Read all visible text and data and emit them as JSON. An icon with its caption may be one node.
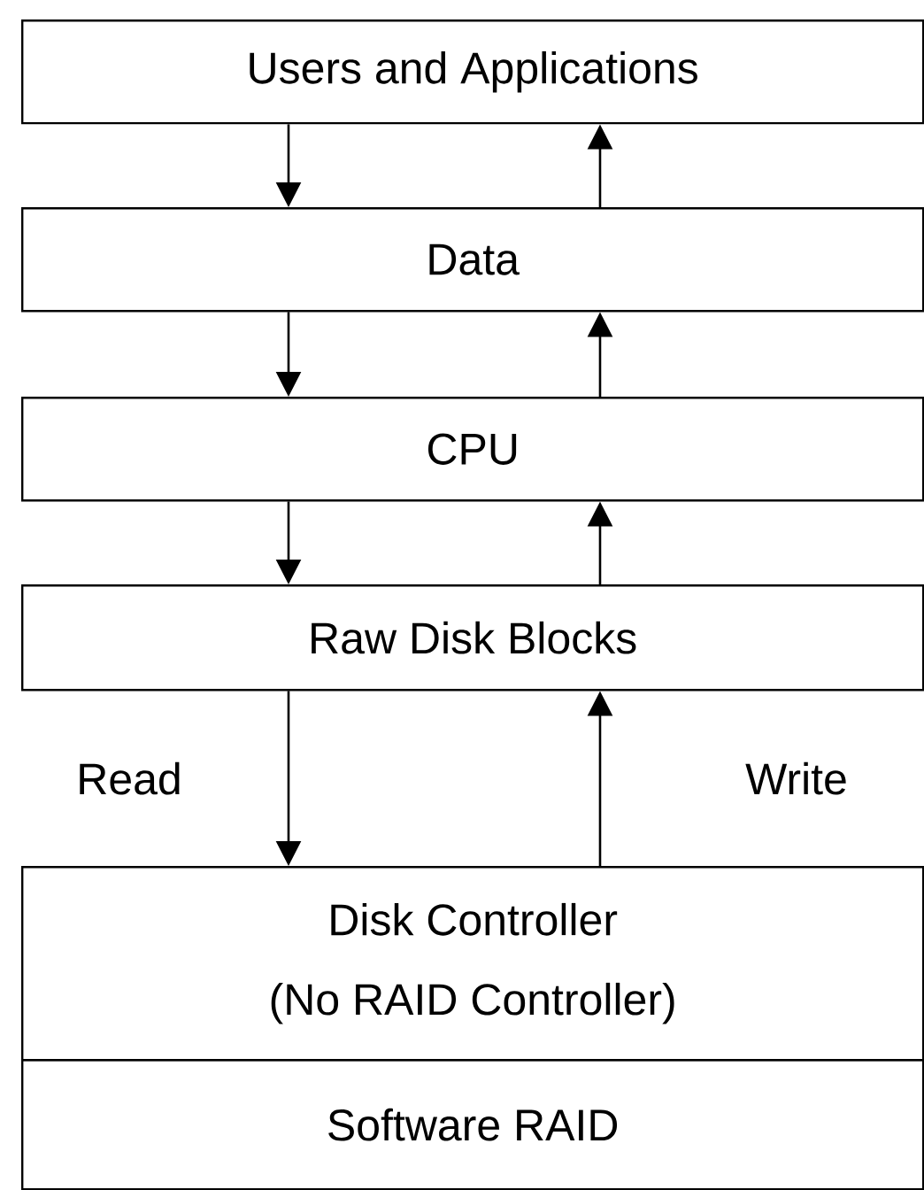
{
  "diagram": {
    "nodes": [
      {
        "text": [
          "Users and Applications"
        ]
      },
      {
        "text": [
          "Data"
        ]
      },
      {
        "text": [
          "CPU"
        ]
      },
      {
        "text": [
          "Raw Disk Blocks"
        ]
      },
      {
        "text": [
          "Disk Controller",
          "(No RAID Controller)"
        ]
      },
      {
        "text": [
          "Software RAID"
        ]
      }
    ],
    "edges": [
      {
        "from": 0,
        "to": 1,
        "arrow": "to"
      },
      {
        "from": 1,
        "to": 0,
        "arrow": "to"
      },
      {
        "from": 1,
        "to": 2,
        "arrow": "to"
      },
      {
        "from": 2,
        "to": 1,
        "arrow": "to"
      },
      {
        "from": 2,
        "to": 3,
        "arrow": "to"
      },
      {
        "from": 3,
        "to": 2,
        "arrow": "to"
      },
      {
        "from": 3,
        "to": 4,
        "arrow": "to",
        "label": "Read"
      },
      {
        "from": 4,
        "to": 3,
        "arrow": "to",
        "label": "Write"
      }
    ]
  }
}
